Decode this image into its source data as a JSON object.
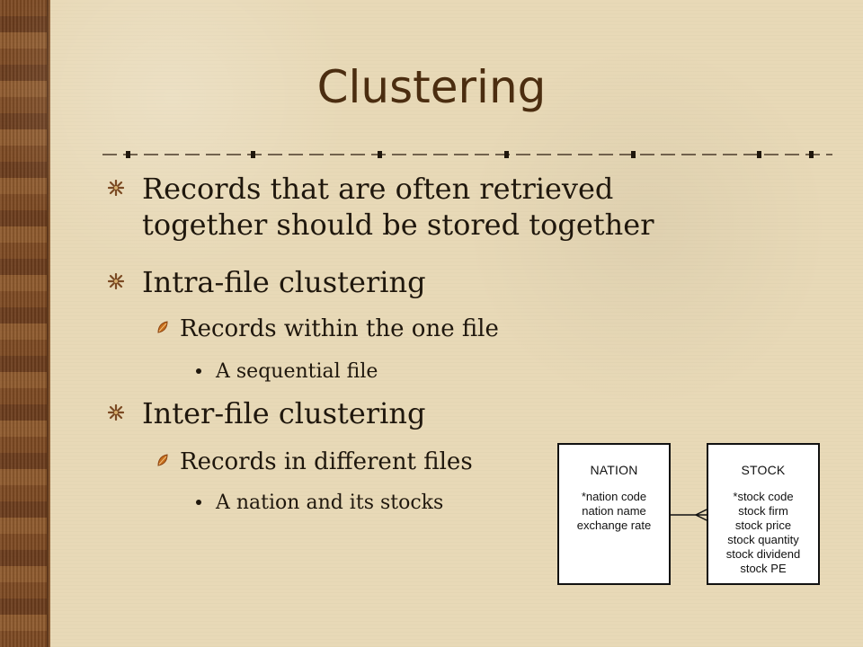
{
  "slide": {
    "title": "Clustering",
    "bullets": [
      {
        "level": 1,
        "text_lines": [
          "Records that are often retrieved",
          "together should be stored together"
        ]
      },
      {
        "level": 1,
        "text_lines": [
          "Intra-file clustering"
        ]
      },
      {
        "level": 2,
        "text_lines": [
          "Records within the one file"
        ]
      },
      {
        "level": 3,
        "text_lines": [
          "A sequential file"
        ]
      },
      {
        "level": 1,
        "text_lines": [
          "Inter-file clustering"
        ]
      },
      {
        "level": 2,
        "text_lines": [
          "Records in different files"
        ]
      },
      {
        "level": 3,
        "text_lines": [
          "A nation and its stocks"
        ]
      }
    ]
  },
  "diagram": {
    "nation": {
      "title": "NATION",
      "attributes": [
        "*nation code",
        "nation name",
        "exchange rate"
      ]
    },
    "stock": {
      "title": "STOCK",
      "attributes": [
        "*stock code",
        "stock firm",
        "stock price",
        "stock quantity",
        "stock dividend",
        "stock PE"
      ]
    }
  },
  "colors": {
    "background": "#e8d9b7",
    "title": "#4b2d10",
    "text": "#1f170d",
    "accent_brown": "#7d4a23",
    "leaf_orange": "#c56d1b"
  },
  "icons": {
    "level1_bullet": "star-bullet-icon",
    "level2_bullet": "leaf-bullet-icon",
    "level3_bullet": "dot-bullet-icon",
    "divider": "dashed-divider-icon"
  }
}
